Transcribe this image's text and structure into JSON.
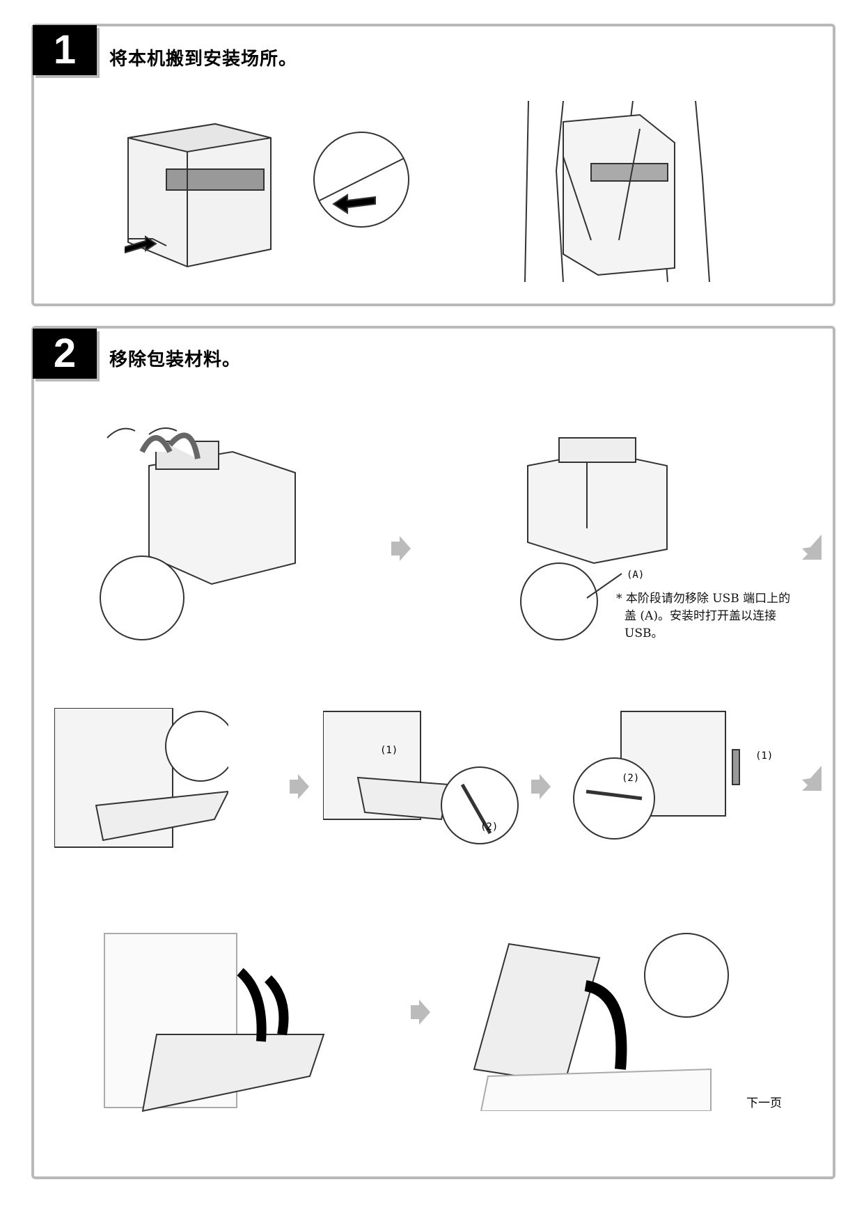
{
  "step1": {
    "number": "1",
    "title": "将本机搬到安装场所。"
  },
  "step2": {
    "number": "2",
    "title": "移除包装材料。",
    "callout_label": "(A)",
    "note_lines": [
      "* 本阶段请勿移除 USB 端口上的",
      "盖 (A)。安装时打开盖以连接",
      "USB。"
    ],
    "sub_labels": {
      "one": "(1)",
      "two": "(2)"
    }
  },
  "footer": {
    "next_page": "下一页"
  }
}
